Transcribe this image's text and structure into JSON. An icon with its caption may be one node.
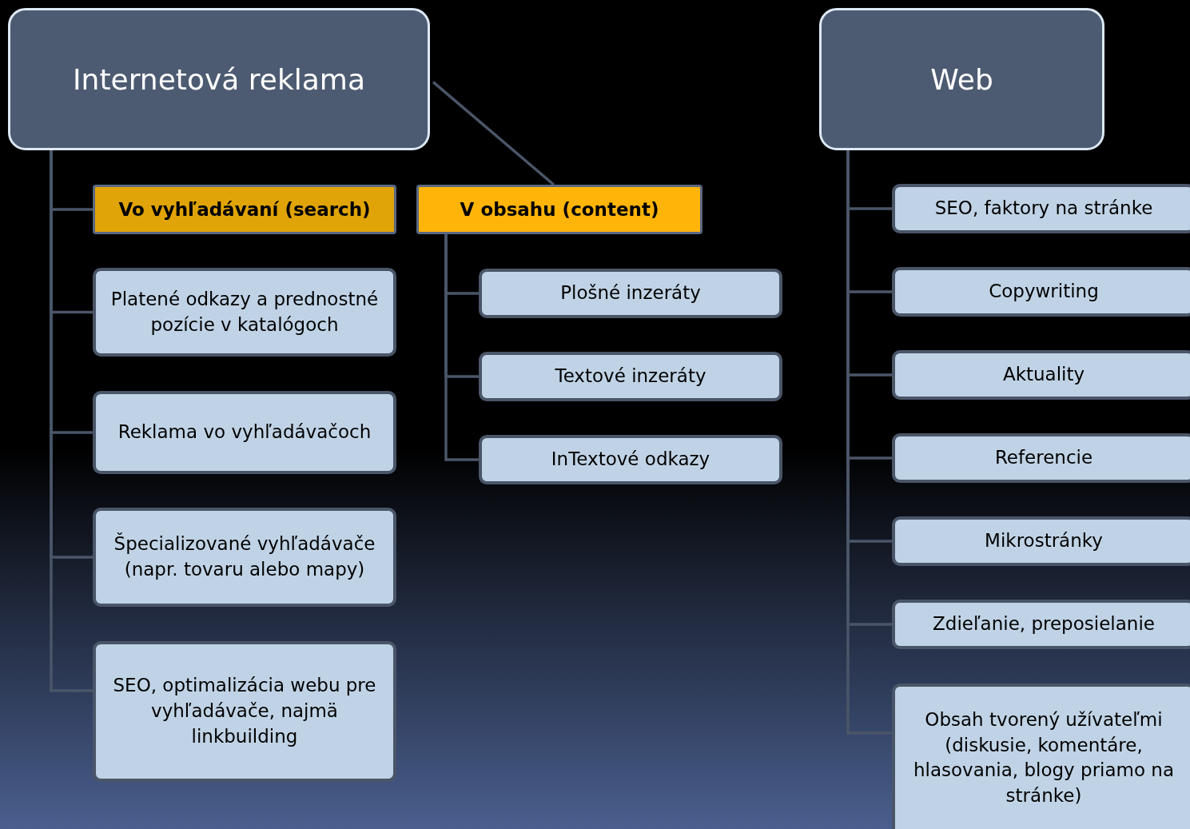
{
  "diagram": {
    "nodes": [
      {
        "text": [
          "Internetová reklama"
        ]
      },
      {
        "text": [
          "Vo vyhľadávaní (search)"
        ]
      },
      {
        "text": [
          "Platené odkazy a prednostné pozície v katalógoch"
        ]
      },
      {
        "text": [
          "Reklama vo vyhľadávačoch"
        ]
      },
      {
        "text": [
          "Špecializované vyhľadávače (napr. tovaru alebo mapy)"
        ]
      },
      {
        "text": [
          "SEO, optimalizácia webu pre vyhľadávače, najmä linkbuilding"
        ]
      },
      {
        "text": [
          "V obsahu (content)"
        ]
      },
      {
        "text": [
          "Plošné inzeráty"
        ]
      },
      {
        "text": [
          "Textové inzeráty"
        ]
      },
      {
        "text": [
          "InTextové odkazy"
        ]
      },
      {
        "text": [
          "Web"
        ]
      },
      {
        "text": [
          "SEO, faktory na stránke"
        ]
      },
      {
        "text": [
          "Copywriting"
        ]
      },
      {
        "text": [
          "Aktuality"
        ]
      },
      {
        "text": [
          "Referencie"
        ]
      },
      {
        "text": [
          "Mikrostránky"
        ]
      },
      {
        "text": [
          "Zdieľanie, preposielanie"
        ]
      },
      {
        "text": [
          "Obsah tvorený užívateľmi (diskusie, komentáre, hlasovania, blogy priamo na stránke)"
        ]
      }
    ],
    "edges": [
      {
        "from": 0,
        "to": 1,
        "arrow": "none"
      },
      {
        "from": 0,
        "to": 2,
        "arrow": "none"
      },
      {
        "from": 0,
        "to": 3,
        "arrow": "none"
      },
      {
        "from": 0,
        "to": 4,
        "arrow": "none"
      },
      {
        "from": 0,
        "to": 5,
        "arrow": "none"
      },
      {
        "from": 0,
        "to": 6,
        "arrow": "none"
      },
      {
        "from": 6,
        "to": 7,
        "arrow": "none"
      },
      {
        "from": 6,
        "to": 8,
        "arrow": "none"
      },
      {
        "from": 6,
        "to": 9,
        "arrow": "none"
      },
      {
        "from": 10,
        "to": 11,
        "arrow": "none"
      },
      {
        "from": 10,
        "to": 12,
        "arrow": "none"
      },
      {
        "from": 10,
        "to": 13,
        "arrow": "none"
      },
      {
        "from": 10,
        "to": 14,
        "arrow": "none"
      },
      {
        "from": 10,
        "to": 15,
        "arrow": "none"
      },
      {
        "from": 10,
        "to": 16,
        "arrow": "none"
      },
      {
        "from": 10,
        "to": 17,
        "arrow": "none"
      }
    ]
  }
}
